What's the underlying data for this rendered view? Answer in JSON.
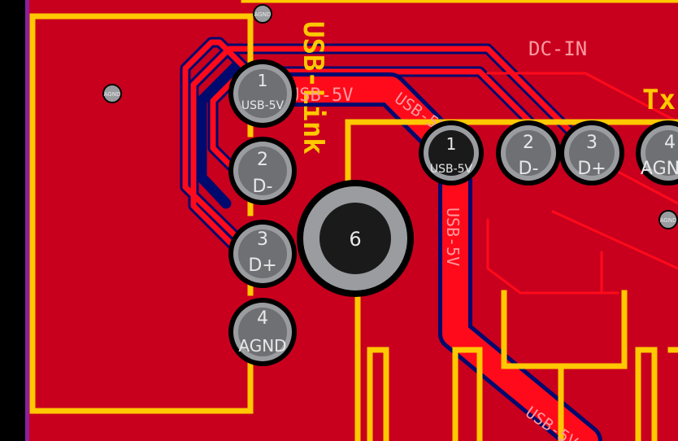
{
  "board": {
    "colors": {
      "copper_fill": "#c8001e",
      "track": "#ff0a1a",
      "track_outline": "#000a6e",
      "silkscreen": "#ffc800",
      "pad_ring": "#9a9ca0",
      "pad_hole": "#1a1a1a",
      "edge": "#8a20a0"
    },
    "silkscreen_labels": {
      "usb_link": "USB-Link",
      "tx_partial": "Tx"
    },
    "copper_labels": {
      "dc_in": "DC-IN",
      "usb5v_top": "USB-5V",
      "usb5v_diag": "USB-5V",
      "usb5v_vertical": "USB-5V",
      "usb5v_bottom": "USB-5V"
    },
    "connector_left": [
      {
        "num": "1",
        "net": "USB-5V"
      },
      {
        "num": "2",
        "net": "D-"
      },
      {
        "num": "3",
        "net": "D+"
      },
      {
        "num": "4",
        "net": "AGND"
      }
    ],
    "mount_hole": {
      "num": "6"
    },
    "connector_right": [
      {
        "num": "1",
        "net": "USB-5V"
      },
      {
        "num": "2",
        "net": "D-"
      },
      {
        "num": "3",
        "net": "D+"
      },
      {
        "num": "4",
        "net": "AGN"
      }
    ],
    "vias": [
      {
        "label": "AGND"
      },
      {
        "label": "AGND"
      },
      {
        "label": "AGND"
      }
    ]
  }
}
